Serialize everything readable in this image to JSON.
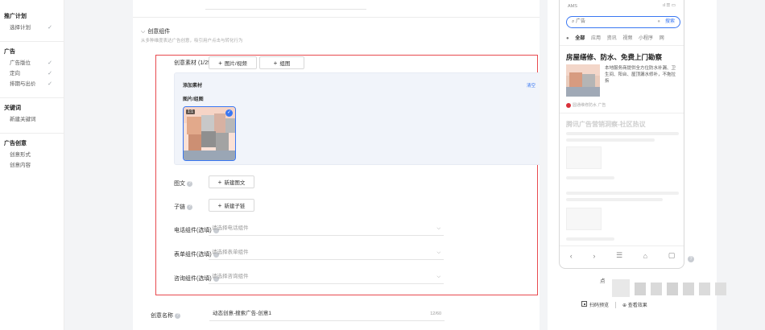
{
  "sidebar": {
    "groups": [
      {
        "title": "推广计划",
        "items": [
          {
            "label": "选择计划",
            "done": true
          }
        ]
      },
      {
        "title": "广告",
        "items": [
          {
            "label": "广告版位",
            "done": true
          },
          {
            "label": "定向",
            "done": true
          },
          {
            "label": "排期与出价",
            "done": true
          }
        ]
      },
      {
        "title": "关键词",
        "items": [
          {
            "label": "新建关键词",
            "done": false
          }
        ]
      },
      {
        "title": "广告创意",
        "items": [
          {
            "label": "创意形式",
            "done": false
          },
          {
            "label": "创意内容",
            "done": false
          }
        ]
      }
    ],
    "check_glyph": "✓"
  },
  "creative": {
    "section_title": "创意组件",
    "section_desc": "从多种维度表达广告创意，吸引用户点击与转化行为",
    "material_label": "创意素材 (1/25)",
    "add_image_video": "图片/视频",
    "add_group_image": "组图",
    "material_panel": {
      "title": "添加素材",
      "link": "清空",
      "subtitle": "图片/组图",
      "thumb_badge": "1:1"
    },
    "text_label": "图文",
    "new_text_button": "新建图文",
    "sublink_label": "子链",
    "new_sublink_button": "新建子链",
    "phone_component_label": "电话组件(选填)",
    "phone_component_placeholder": "请选择电话组件",
    "form_component_label": "表单组件(选填)",
    "form_component_placeholder": "请选择表单组件",
    "consult_component_label": "咨询组件(选填)",
    "consult_component_placeholder": "请选择咨询组件",
    "name_label": "创意名称",
    "name_value": "动态创意-搜索广告-创意1",
    "name_count": "12/60"
  },
  "preview": {
    "status_left": "AMS",
    "status_right": "ıl ☰ ▭",
    "search_text": "广告",
    "search_go": "搜索",
    "tabs": [
      "全部",
      "应用",
      "资讯",
      "视频",
      "小程序",
      "网"
    ],
    "ad_title": "房屋缮修、防水、免费上门勘察",
    "ad_text": "本地服务商提供全方位防水补漏、卫生间、阳台、屋顶漏水修补，不拖拉拆",
    "ad_source": "圆通维修防水 广告",
    "faint_title": "腾讯广告营销洞察-社区热议",
    "nav_icons": [
      "‹",
      "›",
      "☰",
      "⌂",
      "▢"
    ],
    "help": "?",
    "caption": "点",
    "action_scan": "扫码预览",
    "action_other": "查看效果"
  },
  "colors": {
    "accent": "#3a77f2",
    "highlight_border": "#e84a4f"
  }
}
